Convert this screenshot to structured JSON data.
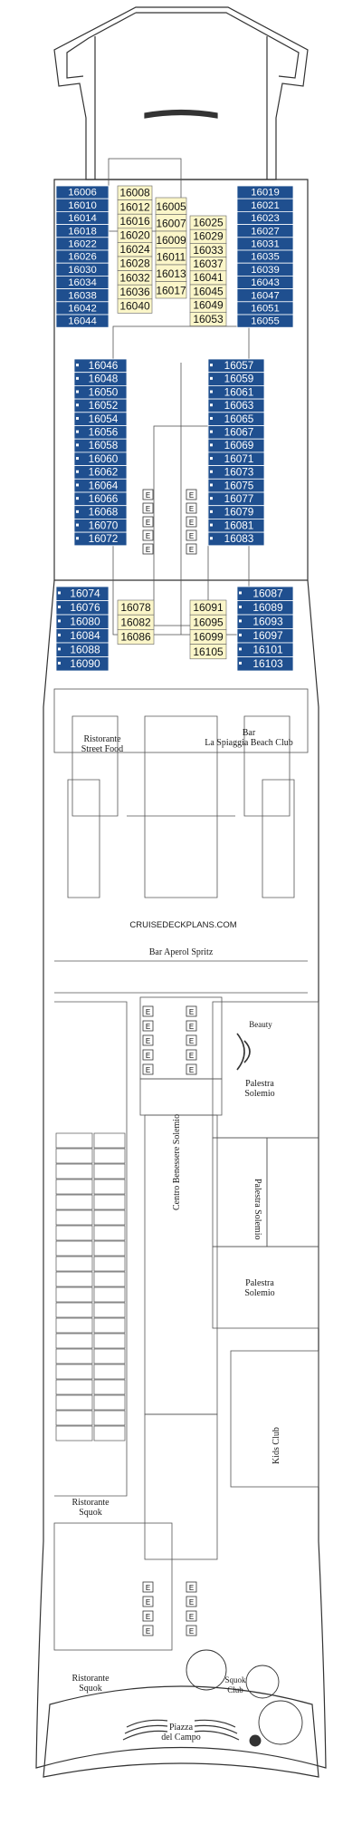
{
  "colors": {
    "cabin_blue": "#1f4f8f",
    "cabin_yellow": "#fbf6c9",
    "line": "#333333",
    "background": "#ffffff"
  },
  "cabins": {
    "fwd_left": [
      "16006",
      "16010",
      "16014",
      "16018",
      "16022",
      "16026",
      "16030",
      "16034",
      "16038",
      "16042",
      "16044"
    ],
    "fwd_mid_left": [
      "16008",
      "16012",
      "16016",
      "16020",
      "16024",
      "16028",
      "16032",
      "16036",
      "16040"
    ],
    "fwd_mid_center": [
      "16005",
      "16007",
      "16009",
      "16011",
      "16013",
      "16017"
    ],
    "fwd_mid_right": [
      "16025",
      "16029",
      "16033",
      "16037",
      "16041",
      "16045",
      "16049",
      "16053"
    ],
    "fwd_right": [
      "16019",
      "16021",
      "16023",
      "16027",
      "16031",
      "16035",
      "16039",
      "16043",
      "16047",
      "16051",
      "16055"
    ],
    "mid_left": [
      "16046",
      "16048",
      "16050",
      "16052",
      "16054",
      "16056",
      "16058",
      "16060",
      "16062",
      "16064",
      "16066",
      "16068",
      "16070",
      "16072"
    ],
    "mid_right": [
      "16057",
      "16059",
      "16061",
      "16063",
      "16065",
      "16067",
      "16069",
      "16071",
      "16073",
      "16075",
      "16077",
      "16079",
      "16081",
      "16083"
    ],
    "aft_left": [
      "16074",
      "16076",
      "16080",
      "16084",
      "16088",
      "16090"
    ],
    "aft_left_inner": [
      "16078",
      "16082",
      "16086"
    ],
    "aft_right_inner": [
      "16091",
      "16095",
      "16099",
      "16105"
    ],
    "aft_right": [
      "16087",
      "16089",
      "16093",
      "16097",
      "16101",
      "16103"
    ]
  },
  "venues": {
    "ristorante_street_food": "Ristorante\nStreet Food",
    "bar_spiaggia": "Bar\nLa Spiaggia Beach Club",
    "bar_aperol": "Bar Aperol Spritz",
    "beauty": "Beauty",
    "palestra_1": "Palestra\nSolemio",
    "palestra_2": "Palestra\nSolemio",
    "palestra_3": "Palestra\nSolemio",
    "centro_benessere": "Centro Benessere\nSolemio",
    "kids_club": "Kids Club",
    "ristorante_squok_1": "Ristorante\nSquok",
    "ristorante_squok_2": "Ristorante\nSquok",
    "squok_club": "Squok\nClub",
    "piazza": "Piazza\ndel Campo"
  },
  "watermark": "CRUISEDECKPLANS.COM",
  "elevator_glyph": "E",
  "icons": [
    "cabin-icon",
    "elevator-icon",
    "stairs-icon"
  ]
}
